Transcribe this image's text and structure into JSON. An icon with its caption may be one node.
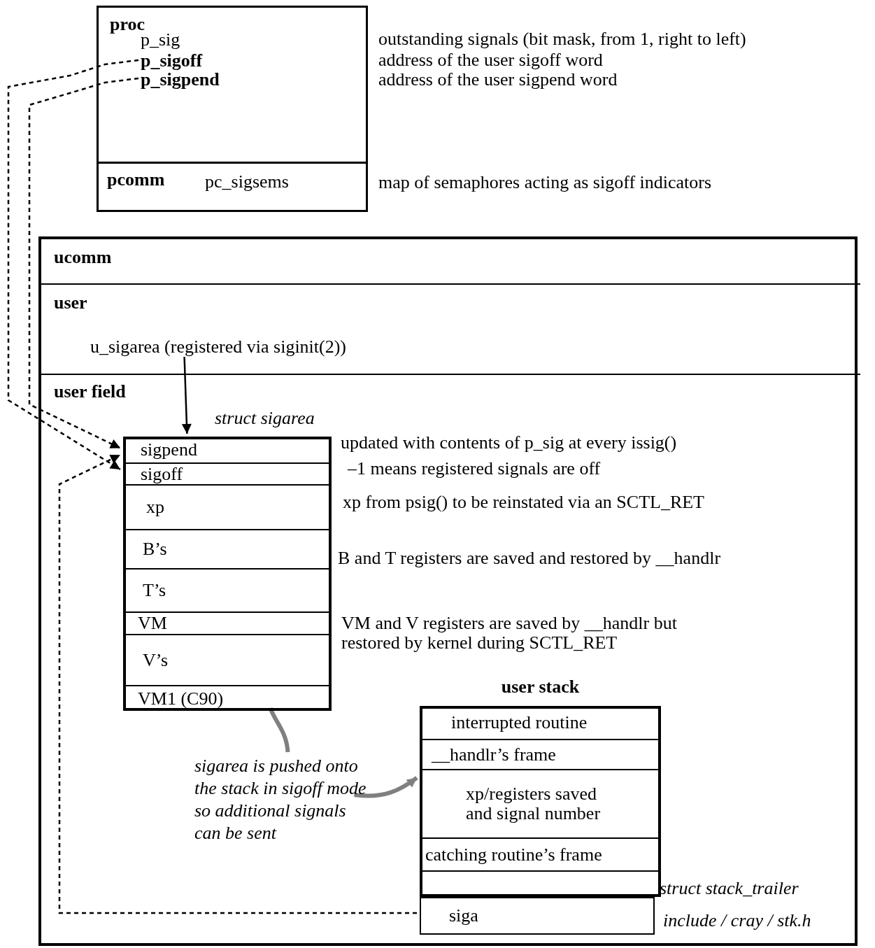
{
  "diagram": {
    "nodes": [
      {
        "text": [
          "proc"
        ]
      },
      {
        "text": [
          "p_sig"
        ],
        "in": 0
      },
      {
        "text": [
          "p_sigoff"
        ],
        "in": 0
      },
      {
        "text": [
          "p_sigpend"
        ],
        "in": 0
      },
      {
        "text": [
          "pcomm"
        ]
      },
      {
        "text": [
          "pc_sigsems"
        ],
        "in": 4
      },
      {
        "text": [],
        "shape": "box"
      },
      {
        "text": [
          "ucomm"
        ],
        "in": 6
      },
      {
        "text": [
          "user"
        ],
        "in": 6
      },
      {
        "text": [
          "u_sigarea (registered via siginit(2))"
        ],
        "in": 8
      },
      {
        "text": [
          "user field"
        ],
        "in": 6
      },
      {
        "text": [
          "struct sigarea"
        ],
        "in": 10
      },
      {
        "text": [
          "sigpend"
        ],
        "in": 11
      },
      {
        "text": [
          "sigoff"
        ],
        "in": 11,
        "beside": [
          "–1 means registered signals are off"
        ]
      },
      {
        "text": [
          "xp"
        ],
        "in": 11,
        "beside": [
          "xp from psig() to be reinstated via an SCTL_RET"
        ]
      },
      {
        "text": [
          "B’s"
        ],
        "in": 11
      },
      {
        "text": [
          "T’s"
        ],
        "in": 11
      },
      {
        "text": [
          "VM"
        ],
        "in": 11
      },
      {
        "text": [
          "V’s"
        ],
        "in": 11
      },
      {
        "text": [
          "VM1 (C90)"
        ],
        "in": 11
      },
      {
        "text": [
          "sigarea is pushed onto the stack in sigoff mode so additional signals can be sent"
        ],
        "in": 10
      },
      {
        "text": [
          "user stack"
        ],
        "in": 10
      },
      {
        "text": [
          "interrupted routine"
        ],
        "in": 21
      },
      {
        "text": [
          "__handlr’s frame"
        ],
        "in": 21
      },
      {
        "text": [
          "xp/registers saved and signal number"
        ],
        "in": 21
      },
      {
        "text": [
          "catching routine’s frame"
        ],
        "in": 21
      },
      {
        "text": [],
        "shape": "box",
        "in": 21
      },
      {
        "text": [
          "siga"
        ],
        "in": 10,
        "beside": [
          "struct stack_trailer",
          "include / cray / stk.h"
        ]
      }
    ],
    "edges": [
      {
        "from": 2,
        "to": 13,
        "arrow": "to",
        "style": "dashed"
      },
      {
        "from": 3,
        "to": 12,
        "arrow": "to",
        "style": "dashed"
      },
      {
        "from": 9,
        "to": 11,
        "arrow": "to"
      },
      {
        "from": 27,
        "to": 11,
        "arrow": "to",
        "style": "dashed"
      },
      {
        "from": 11,
        "to": 20,
        "arrow": "none",
        "style": "thick",
        "color": "#808080"
      },
      {
        "from": 20,
        "to": 24,
        "arrow": "to",
        "style": "thick",
        "color": "#808080"
      }
    ],
    "labels": [
      "outstanding signals (bit mask, from 1, right to left)",
      "address of the user sigoff word",
      "address of the user sigpend word",
      "map of semaphores acting as sigoff indicators",
      "updated with contents of p_sig at every issig()",
      "B and T registers are saved and restored by __handlr",
      "VM and V registers are saved by __handlr but restored by kernel during SCTL_RET"
    ]
  }
}
